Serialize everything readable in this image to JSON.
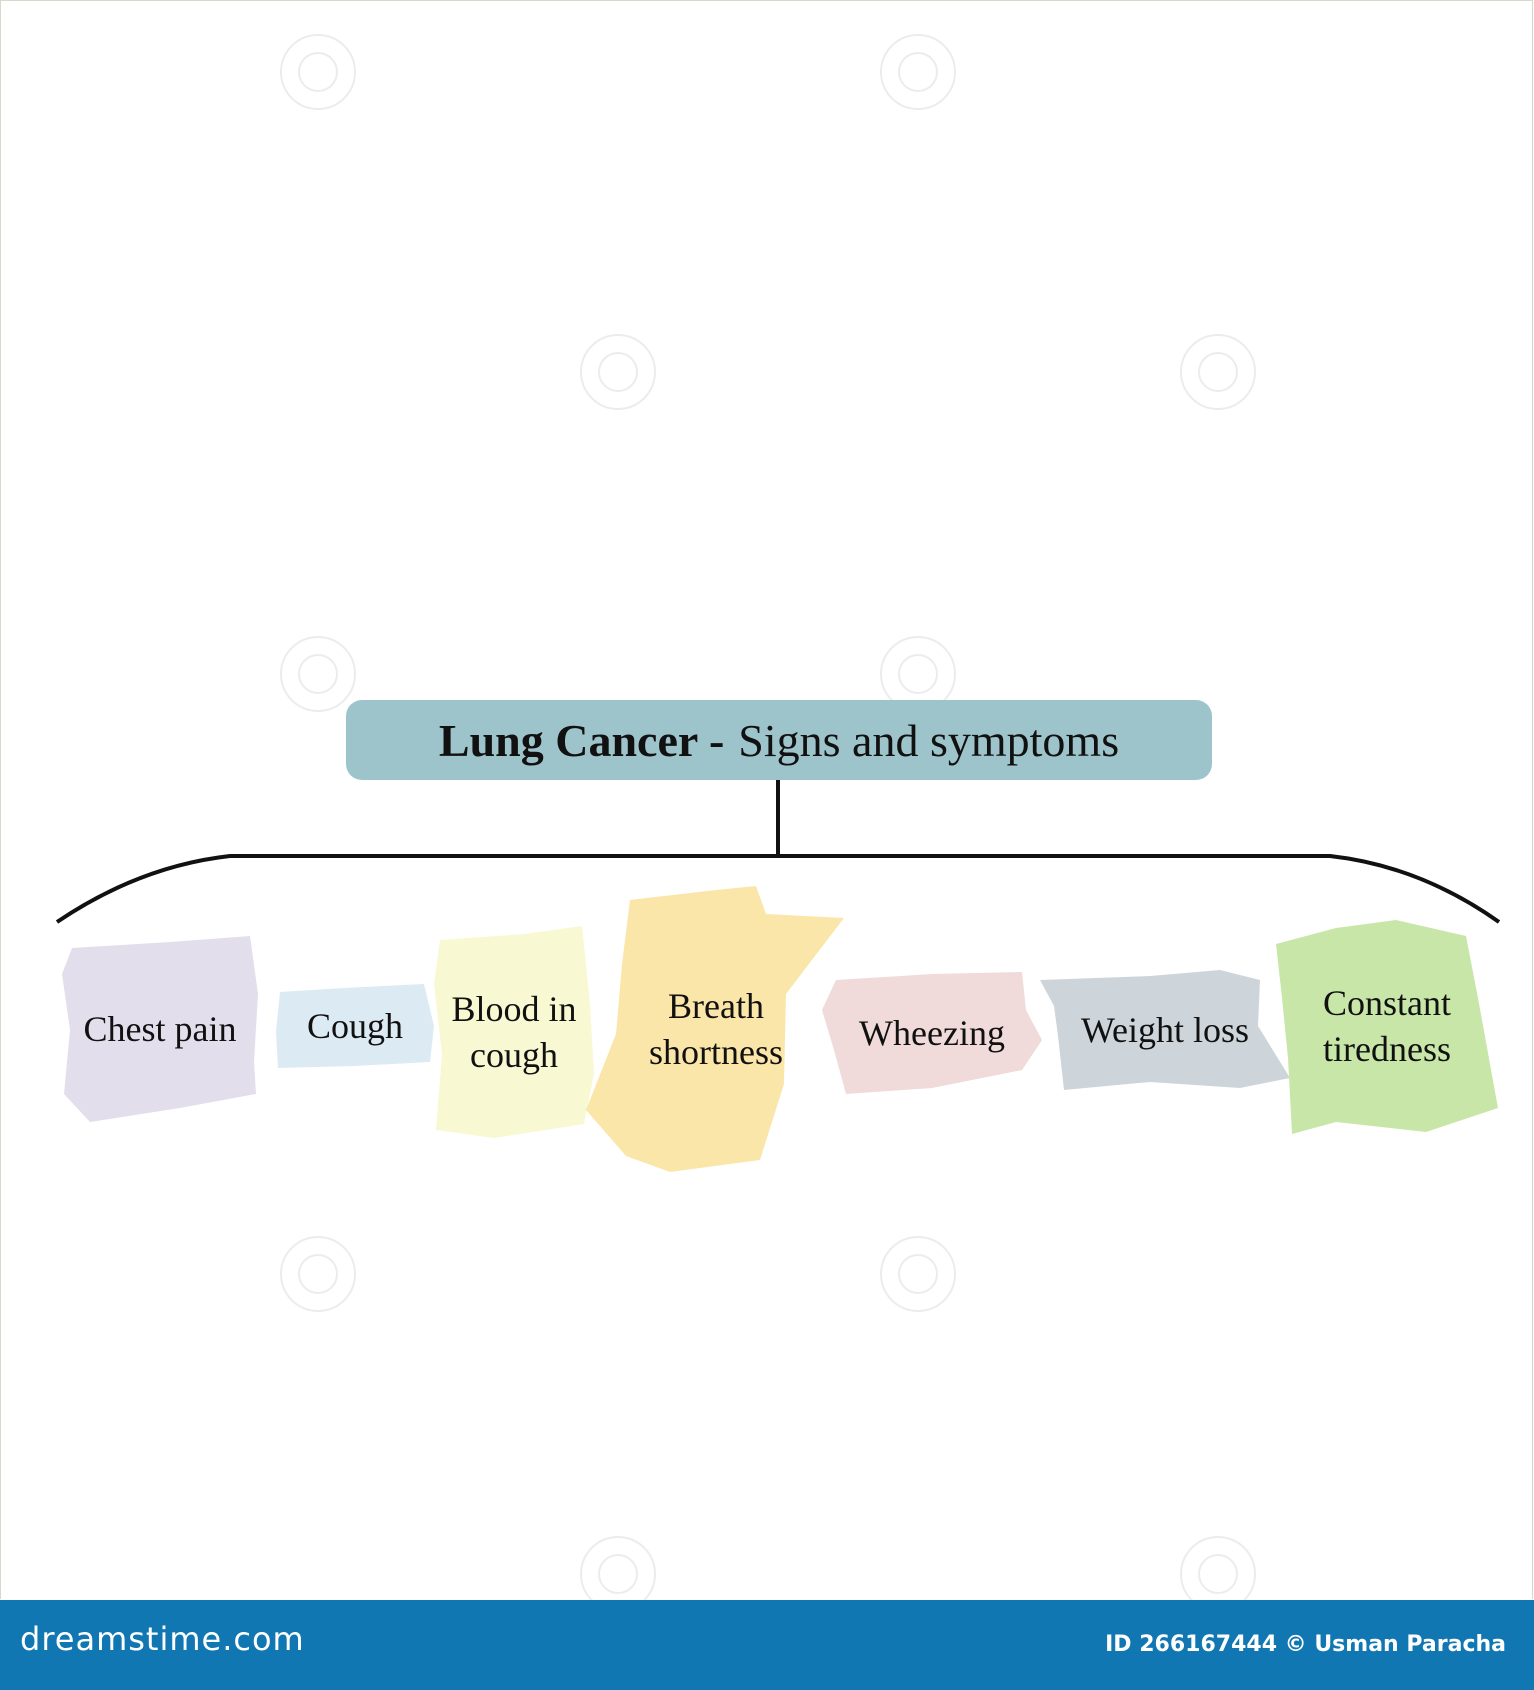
{
  "title": {
    "bold": "Lung Cancer -",
    "regular": "Signs and symptoms"
  },
  "symptoms": [
    {
      "label": "Chest pain",
      "color": "#e3deec"
    },
    {
      "label": "Cough",
      "color": "#dcebf3"
    },
    {
      "label": "Blood in\ncough",
      "color": "#f8f9d3"
    },
    {
      "label": "Breath\nshortness",
      "color": "#fbe6a9"
    },
    {
      "label": "Wheezing",
      "color": "#f0dada"
    },
    {
      "label": "Weight loss",
      "color": "#cdd5da"
    },
    {
      "label": "Constant\ntiredness",
      "color": "#c9e6a9"
    }
  ],
  "footer": {
    "brand": "dreamstime.com",
    "credit": "ID 266167444 © Usman Paracha"
  },
  "colors": {
    "title_box": "#9ec4cb",
    "footer_bar": "#1077b3",
    "connector": "#111111"
  }
}
